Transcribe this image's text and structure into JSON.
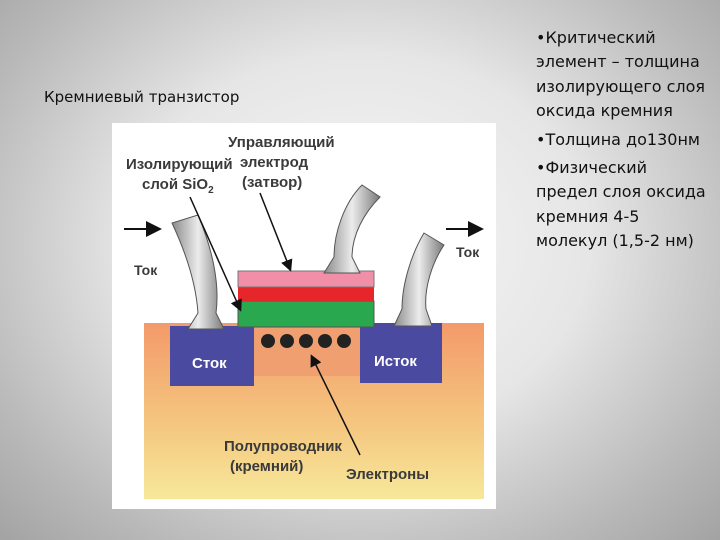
{
  "slide": {
    "title": "Кремниевый транзистор",
    "bullets": [
      "•Критический элемент – толщина изолирующего слоя оксида кремния",
      "•Толщина до130нм",
      "•Физический предел слоя оксида кремния 4-5 молекул (1,5-2 нм)"
    ]
  },
  "diagram": {
    "gate_label_1": "Управляющий",
    "gate_label_2": "электрод",
    "gate_label_3": "(затвор)",
    "insulator_label_1": "Изолирующий",
    "insulator_label_2": "слой SiO",
    "insulator_label_sub": "2",
    "current_left": "Ток",
    "current_right": "Ток",
    "drain": "Сток",
    "source": "Исток",
    "semiconductor_1": "Полупроводник",
    "semiconductor_2": "(кремний)",
    "electrons": "Электроны",
    "colors": {
      "gate_top": "#f28fa8",
      "gate_red": "#e5262b",
      "oxide_green": "#2aa84f",
      "terminal_blue": "#4a4ba0",
      "substrate_top": "#f39a6a",
      "substrate_bottom": "#f6e89a",
      "electron": "#222222"
    }
  }
}
